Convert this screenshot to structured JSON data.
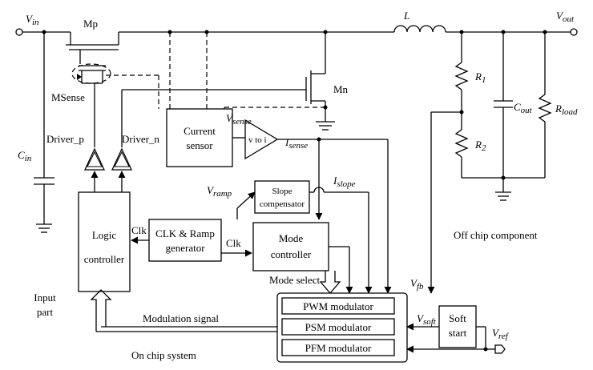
{
  "labels": {
    "vin_main": "V",
    "vin_sub": "in",
    "vout_main": "V",
    "vout_sub": "out",
    "mp": "Mp",
    "msense": "MSense",
    "mn": "Mn",
    "inductor": "L",
    "r1_main": "R",
    "r1_sub": "1",
    "r2_main": "R",
    "r2_sub": "2",
    "cout_main": "C",
    "cout_sub": "out",
    "rload_main": "R",
    "rload_sub": "load",
    "cin_main": "C",
    "cin_sub": "in",
    "driver_p": "Driver_p",
    "driver_n": "Driver_n",
    "current_sensor_l1": "Current",
    "current_sensor_l2": "sensor",
    "vsense_main": "V",
    "vsense_sub": "sense",
    "v_to_i": "v to i",
    "isense_main": "I",
    "isense_sub": "sense",
    "vramp_main": "V",
    "vramp_sub": "ramp",
    "slope_l1": "Slope",
    "slope_l2": "compensator",
    "islope_main": "I",
    "islope_sub": "slope",
    "clk_ramp_l1": "CLK & Ramp",
    "clk_ramp_l2": "generator",
    "clk_left": "Clk",
    "clk_right": "Clk",
    "logic_l1": "Logic",
    "logic_l2": "controller",
    "mode_l1": "Mode",
    "mode_l2": "controller",
    "mode_select": "Mode select",
    "off_chip": "Off chip component",
    "input_part_l1": "Input",
    "input_part_l2": "part",
    "modulation_signal": "Modulation signal",
    "on_chip": "On chip system",
    "pwm": "PWM modulator",
    "psm": "PSM modulator",
    "pfm": "PFM modulator",
    "vfb_main": "V",
    "vfb_sub": "fb",
    "vsoft_main": "V",
    "vsoft_sub": "soft",
    "soft_l1": "Soft",
    "soft_l2": "start",
    "vref_main": "V",
    "vref_sub": "ref"
  }
}
